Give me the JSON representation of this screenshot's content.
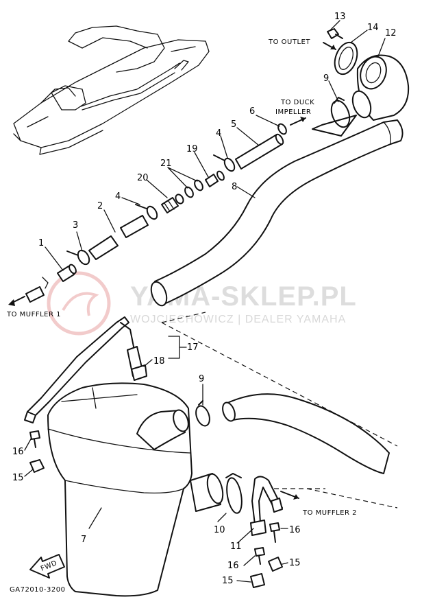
{
  "callouts": {
    "c1": "1",
    "c2": "2",
    "c3": "3",
    "c4a": "4",
    "c4b": "4",
    "c5": "5",
    "c6": "6",
    "c7": "7",
    "c8": "8",
    "c9a": "9",
    "c9b": "9",
    "c10": "10",
    "c11": "11",
    "c12": "12",
    "c13": "13",
    "c14": "14",
    "c15a": "15",
    "c15b": "15",
    "c15c": "15",
    "c16a": "16",
    "c16b": "16",
    "c16c": "16",
    "c17": "17",
    "c18": "18",
    "c19": "19",
    "c20": "20",
    "c21": "21"
  },
  "labels": {
    "to_outlet": "TO OUTLET",
    "to_duck_1": "TO DUCK",
    "to_duck_2": "IMPELLER",
    "to_muffler_1": "TO MUFFLER 1",
    "to_muffler_2": "TO MUFFLER 2",
    "fwd": "FWD",
    "part_code": "GA72010-3200"
  },
  "watermark": {
    "title": "YAMA-SKLEP.PL",
    "subtitle": "WOJCIECHOWICZ | DEALER YAMAHA",
    "color": "#c8c8c8",
    "logo_color": "#e8a0a0"
  }
}
